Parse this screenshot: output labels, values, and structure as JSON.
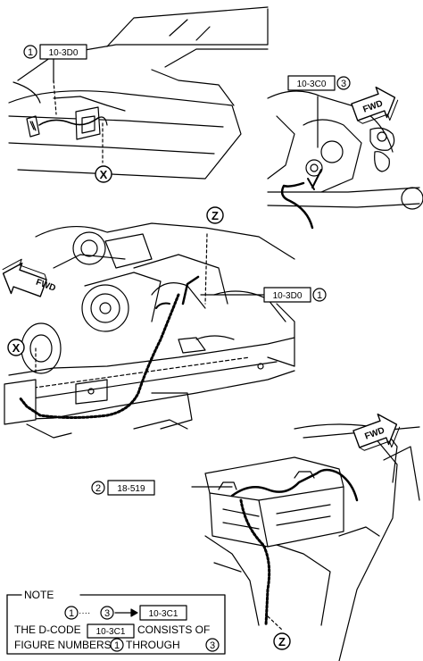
{
  "callouts": {
    "top_left": {
      "num": "1",
      "code": "10-3D0"
    },
    "top_right": {
      "num": "3",
      "code": "10-3C0"
    },
    "middle": {
      "num": "1",
      "code": "10-3D0"
    },
    "bottom": {
      "num": "2",
      "code": "18-519"
    }
  },
  "markers": {
    "x_top": "X",
    "x_mid": "X",
    "z_mid": "Z",
    "z_bottom": "Z"
  },
  "fwd": {
    "label": "FWD"
  },
  "note": {
    "title": "NOTE",
    "range_from": "1",
    "range_dots": "····",
    "range_to": "3",
    "range_code": "10-3C1",
    "line2_a": "THE D-CODE",
    "line2_code": "10-3C1",
    "line2_b": "CONSISTS OF",
    "line3_a": "FIGURE NUMBERS",
    "line3_n1": "1",
    "line3_b": "THROUGH",
    "line3_n2": "3"
  }
}
